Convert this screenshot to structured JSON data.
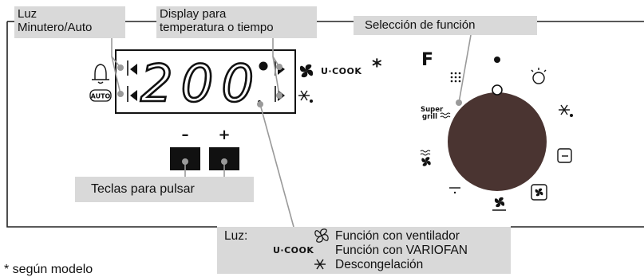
{
  "labels": {
    "luz_minutero": [
      "Luz",
      "Minutero/Auto"
    ],
    "display": [
      "Display para",
      "temperatura o tiempo"
    ],
    "seleccion": "Selección de función",
    "teclas": "Teclas para pulsar"
  },
  "display_value": "200",
  "keys": {
    "minus": "–",
    "plus": "+"
  },
  "icons": {
    "auto_text": "AUTO",
    "ucook_text": "U·COOK",
    "ucook_star": "*",
    "knob_f": "F",
    "super_grill": [
      "Super",
      "grill"
    ]
  },
  "legend": {
    "luz": "Luz:",
    "ucook_text": "U·COOK",
    "items": [
      "Función con ventilador",
      "Función con VARIOFAN",
      "Descongelación"
    ]
  },
  "footnote": "* según modelo",
  "colors": {
    "knob": "#4a3431",
    "label_bg": "#d9d9d9",
    "line": "#222222",
    "leader": "#9a9a9a"
  }
}
